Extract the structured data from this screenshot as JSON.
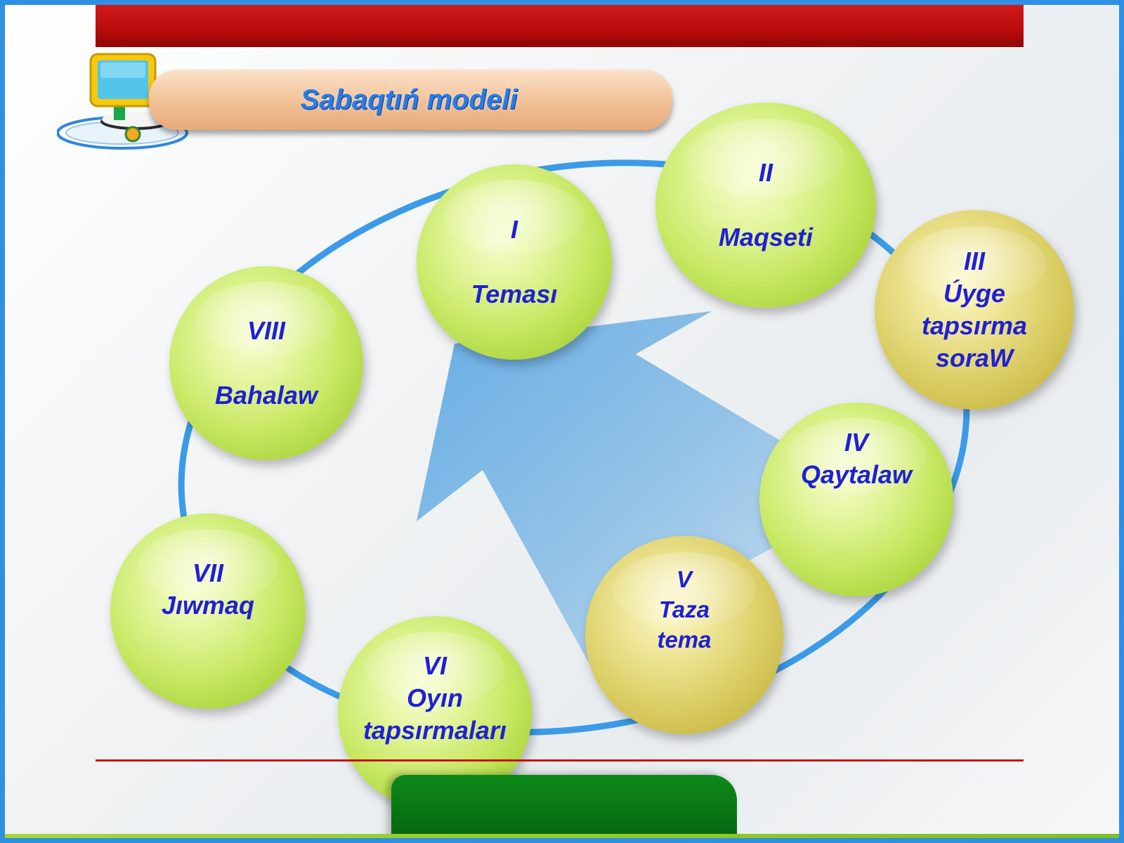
{
  "title": "Sabaqtıń modeli",
  "colors": {
    "top_bar": "#c41212",
    "title_text": "#2b7be6",
    "node_text": "#1f1fd6",
    "ring": "#3b9be8",
    "arrow": "#6aaee0",
    "node_green": "#c8e864",
    "node_gold": "#dccf68",
    "bottom_green": "#0a7d17"
  },
  "icons": [
    "computer-icon"
  ],
  "nodes": [
    {
      "id": "i",
      "numeral": "I",
      "label": "Teması",
      "color": "green"
    },
    {
      "id": "ii",
      "numeral": "II",
      "label": "Maqseti",
      "color": "green"
    },
    {
      "id": "iii",
      "numeral": "III",
      "label": "Úyge tapsırma soraW",
      "color": "gold"
    },
    {
      "id": "iv",
      "numeral": "IV",
      "label": "Qaytalaw",
      "color": "green"
    },
    {
      "id": "v",
      "numeral": "V",
      "label": "Taza tema",
      "color": "gold"
    },
    {
      "id": "vi",
      "numeral": "VI",
      "label": "Oyın tapsırmaları",
      "color": "green"
    },
    {
      "id": "vii",
      "numeral": "VII",
      "label": "Jıwmaq",
      "color": "green"
    },
    {
      "id": "viii",
      "numeral": "VIII",
      "label": "Bahalaw",
      "color": "green"
    }
  ]
}
